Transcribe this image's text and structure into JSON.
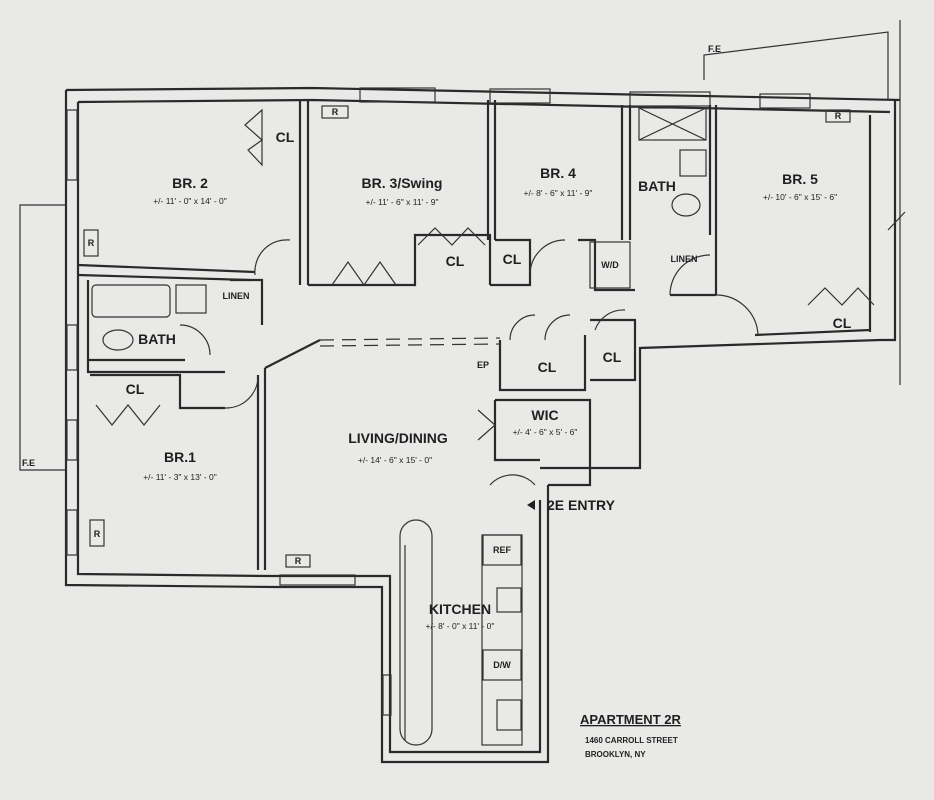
{
  "rooms": {
    "br2": {
      "name": "BR. 2",
      "dim": "+/- 11' - 0\" x 14' - 0\""
    },
    "br3": {
      "name": "BR. 3/Swing",
      "dim": "+/- 11' - 6\" x 11' - 9\""
    },
    "br4": {
      "name": "BR. 4",
      "dim": "+/- 8' - 6\" x 11' - 9\""
    },
    "br5": {
      "name": "BR. 5",
      "dim": "+/- 10' - 6\" x 15' - 6\""
    },
    "br1": {
      "name": "BR.1",
      "dim": "+/- 11' - 3\" x 13' - 0\""
    },
    "living": {
      "name": "LIVING/DINING",
      "dim": "+/- 14' - 6\" x 15' - 0\""
    },
    "kitchen": {
      "name": "KITCHEN",
      "dim": "+/- 8' - 0\" x 11' - 0\""
    },
    "wic": {
      "name": "WIC",
      "dim": "+/- 4' - 6\" x 5' - 6\""
    },
    "bath_left": {
      "name": "BATH"
    },
    "bath_right": {
      "name": "BATH"
    }
  },
  "fixtures": {
    "cl": "CL",
    "linen": "LINEN",
    "wd": "W/D",
    "ref": "REF",
    "dw": "D/W",
    "ep": "EP",
    "r": "R",
    "fe": "F.E"
  },
  "entry": {
    "label": "2E ENTRY"
  },
  "title": {
    "apartment": "APARTMENT 2R",
    "street": "1460 CARROLL STREET",
    "city": "BROOKLYN, NY"
  }
}
